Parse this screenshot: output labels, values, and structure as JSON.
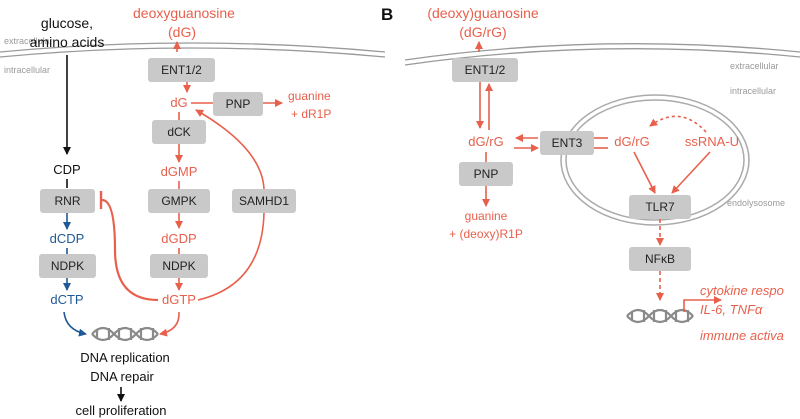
{
  "panelB": {
    "label": "B",
    "extracellular": "extracellular",
    "intracellular": "intracellular",
    "endolysosome": "endolysosome",
    "dg_rg_out": "(deoxy)guanosine",
    "dg_rg_out2": "(dG/rG)",
    "ent12": "ENT1/2",
    "dg_rg_in": "dG/rG",
    "ent3": "ENT3",
    "dg_rg_endo": "dG/rG",
    "ssrna": "ssRNA-U",
    "pnp": "PNP",
    "guanine1": "guanine",
    "guanine2": "+ (deoxy)R1P",
    "tlr7": "TLR7",
    "nfkb": "NFκB",
    "cytokine": "cytokine respo",
    "il6": "IL-6, TNFα",
    "immune": "immune activa"
  },
  "panelA": {
    "extracellular": "extracellular",
    "intracellular": "intracellular",
    "glucose1": "glucose,",
    "glucose2": "amino acids",
    "dg_out": "deoxyguanosine",
    "dg_out2": "(dG)",
    "ent12": "ENT1/2",
    "dg": "dG",
    "pnp": "PNP",
    "guanine1": "guanine",
    "guanine2": "+ dR1P",
    "dck": "dCK",
    "dgmp": "dGMP",
    "gmpk": "GMPK",
    "dgdp": "dGDP",
    "ndpk_right": "NDPK",
    "dgtp": "dGTP",
    "samhd1": "SAMHD1",
    "cdp": "CDP",
    "rnr": "RNR",
    "dcdp": "dCDP",
    "ndpk_left": "NDPK",
    "dctp": "dCTP",
    "dna_rep": "DNA replication",
    "dna_repair": "DNA repair",
    "cell_prolif": "cell proliferation"
  },
  "colors": {
    "accent_red": "#e8604c",
    "blue": "#1f5a96",
    "enzyme_box": "#c9c9c9"
  }
}
